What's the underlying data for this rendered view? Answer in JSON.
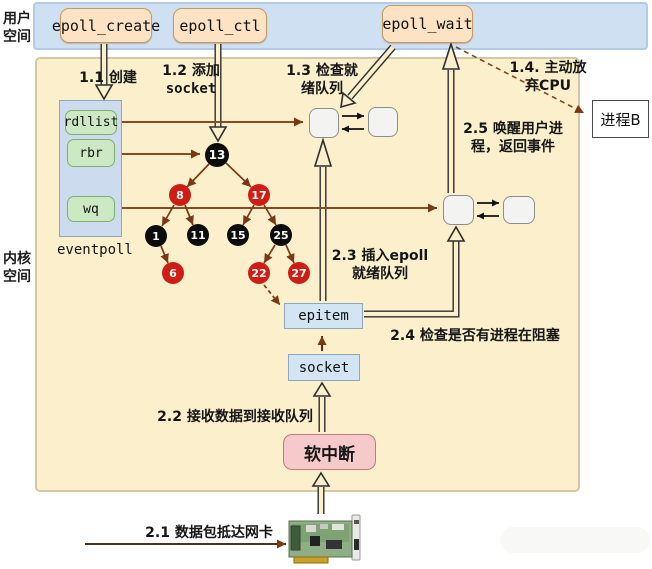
{
  "colors": {
    "user_band": "#cfe0f2",
    "kernel_band": "#fbf0cb",
    "api_button": "#fde3c3",
    "api_button_border": "#c59a62",
    "eventpoll_panel": "#ccdcee",
    "field_box": "#cde9c4",
    "queue_box": "#f3f3f1",
    "item_box": "#d3e4f5",
    "soft_interrupt_box": "#f6caca",
    "tree_black": "#0c0c0c",
    "tree_red": "#cf1d15",
    "arrow_brown": "#8a4a22"
  },
  "bands": {
    "user_label": [
      "用户",
      "空间"
    ],
    "kernel_label": [
      "内核",
      "空间"
    ]
  },
  "api_buttons": [
    {
      "label": "epoll_create"
    },
    {
      "label": "epoll_ctl"
    },
    {
      "label": "epoll_wait"
    }
  ],
  "eventpoll": {
    "label": "eventpoll",
    "fields": [
      {
        "label": "rdllist"
      },
      {
        "label": "rbr"
      },
      {
        "label": "wq"
      }
    ]
  },
  "tree": {
    "nodes": [
      {
        "value": "13",
        "color": "black"
      },
      {
        "value": "8",
        "color": "red"
      },
      {
        "value": "17",
        "color": "red"
      },
      {
        "value": "1",
        "color": "black"
      },
      {
        "value": "11",
        "color": "black"
      },
      {
        "value": "15",
        "color": "black"
      },
      {
        "value": "25",
        "color": "black"
      },
      {
        "value": "6",
        "color": "red"
      },
      {
        "value": "22",
        "color": "red"
      },
      {
        "value": "27",
        "color": "red"
      }
    ]
  },
  "kernel_boxes": {
    "epitem": "epitem",
    "socket": "socket",
    "soft_interrupt": "软中断"
  },
  "process_b": {
    "label": "进程B"
  },
  "steps": {
    "s1_1": "1.1 创建",
    "s1_2": [
      "1.2 添加",
      "socket"
    ],
    "s1_3": [
      "1.3 检查就",
      "绪队列"
    ],
    "s1_4": [
      "1.4. 主动放",
      "弃CPU"
    ],
    "s2_1": "2.1 数据包抵达网卡",
    "s2_2": "2.2 接收数据到接收队列",
    "s2_3": [
      "2.3 插入epoll",
      "就绪队列"
    ],
    "s2_4": "2.4 检查是否有进程在阻塞",
    "s2_5": [
      "2.5 唤醒用户进",
      "程，返回事件"
    ]
  }
}
